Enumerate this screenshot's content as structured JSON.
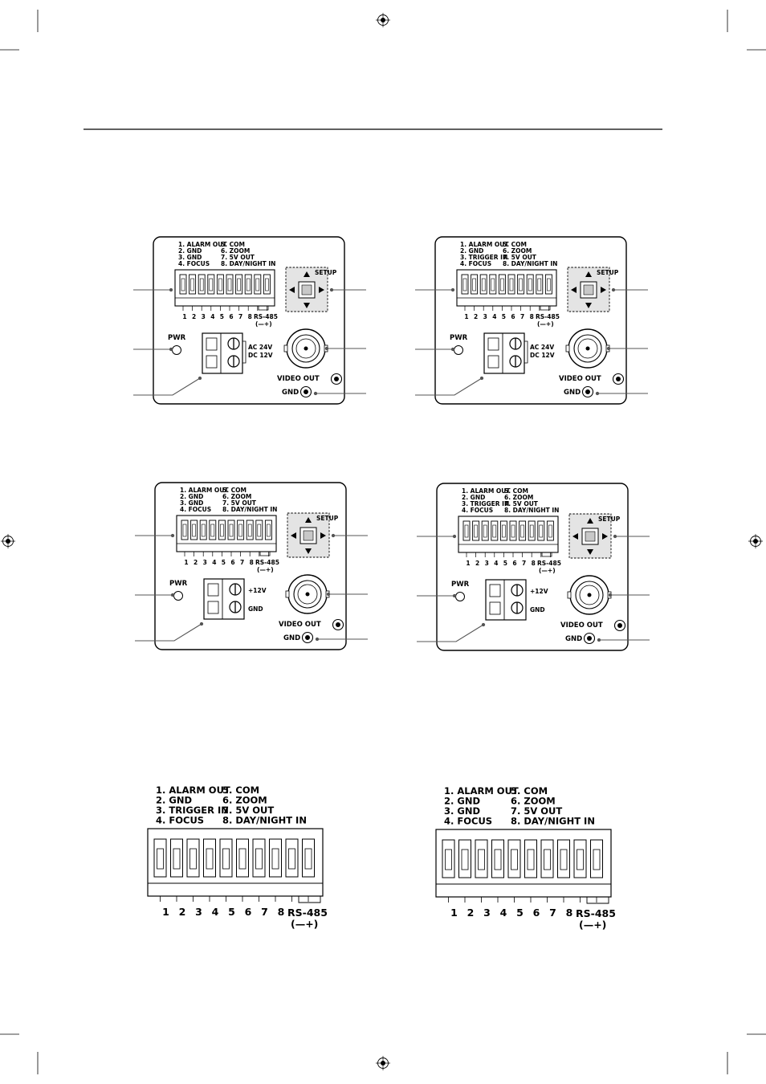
{
  "panels": [
    {
      "id": "a",
      "legend": {
        "left": [
          "1. ALARM OUT",
          "2. GND",
          "3. GND",
          "4. FOCUS"
        ],
        "right": [
          "5. COM",
          "6. ZOOM",
          "7. 5V OUT",
          "8. DAY/NIGHT IN"
        ]
      },
      "pin_numbers": [
        "1",
        "2",
        "3",
        "4",
        "5",
        "6",
        "7",
        "8"
      ],
      "rs485_label": "RS-485",
      "rs485_polarity": "(—+)",
      "setup_label": "SETUP",
      "pwr_label": "PWR",
      "power_labels": [
        "AC 24V",
        "DC 12V"
      ],
      "video_out_label": "VIDEO OUT",
      "gnd_label": "GND"
    },
    {
      "id": "b",
      "legend": {
        "left": [
          "1. ALARM OUT",
          "2. GND",
          "3. TRIGGER IN",
          "4. FOCUS"
        ],
        "right": [
          "5. COM",
          "6. ZOOM",
          "7. 5V OUT",
          "8. DAY/NIGHT IN"
        ]
      },
      "pin_numbers": [
        "1",
        "2",
        "3",
        "4",
        "5",
        "6",
        "7",
        "8"
      ],
      "rs485_label": "RS-485",
      "rs485_polarity": "(—+)",
      "setup_label": "SETUP",
      "pwr_label": "PWR",
      "power_labels": [
        "AC 24V",
        "DC 12V"
      ],
      "video_out_label": "VIDEO OUT",
      "gnd_label": "GND"
    },
    {
      "id": "c",
      "legend": {
        "left": [
          "1. ALARM OUT",
          "2. GND",
          "3. GND",
          "4. FOCUS"
        ],
        "right": [
          "5. COM",
          "6. ZOOM",
          "7. 5V OUT",
          "8. DAY/NIGHT IN"
        ]
      },
      "pin_numbers": [
        "1",
        "2",
        "3",
        "4",
        "5",
        "6",
        "7",
        "8"
      ],
      "rs485_label": "RS-485",
      "rs485_polarity": "(—+)",
      "setup_label": "SETUP",
      "pwr_label": "PWR",
      "power_labels": [
        "+12V",
        "GND"
      ],
      "video_out_label": "VIDEO OUT",
      "gnd_label": "GND"
    },
    {
      "id": "d",
      "legend": {
        "left": [
          "1. ALARM OUT",
          "2. GND",
          "3. TRIGGER IN",
          "4. FOCUS"
        ],
        "right": [
          "5. COM",
          "6. ZOOM",
          "7. 5V OUT",
          "8. DAY/NIGHT IN"
        ]
      },
      "pin_numbers": [
        "1",
        "2",
        "3",
        "4",
        "5",
        "6",
        "7",
        "8"
      ],
      "rs485_label": "RS-485",
      "rs485_polarity": "(—+)",
      "setup_label": "SETUP",
      "pwr_label": "PWR",
      "power_labels": [
        "+12V",
        "GND"
      ],
      "video_out_label": "VIDEO OUT",
      "gnd_label": "GND"
    }
  ],
  "terminals": [
    {
      "id": "left",
      "legend": {
        "left": [
          "1. ALARM OUT",
          "2. GND",
          "3. TRIGGER IN",
          "4. FOCUS"
        ],
        "right": [
          "5. COM",
          "6. ZOOM",
          "7. 5V OUT",
          "8. DAY/NIGHT IN"
        ]
      },
      "pin_numbers": [
        "1",
        "2",
        "3",
        "4",
        "5",
        "6",
        "7",
        "8"
      ],
      "rs485_label": "RS-485",
      "rs485_polarity": "(—+)"
    },
    {
      "id": "right",
      "legend": {
        "left": [
          "1. ALARM OUT",
          "2. GND",
          "3. GND",
          "4. FOCUS"
        ],
        "right": [
          "5. COM",
          "6. ZOOM",
          "7. 5V OUT",
          "8. DAY/NIGHT IN"
        ]
      },
      "pin_numbers": [
        "1",
        "2",
        "3",
        "4",
        "5",
        "6",
        "7",
        "8"
      ],
      "rs485_label": "RS-485",
      "rs485_polarity": "(—+)"
    }
  ]
}
